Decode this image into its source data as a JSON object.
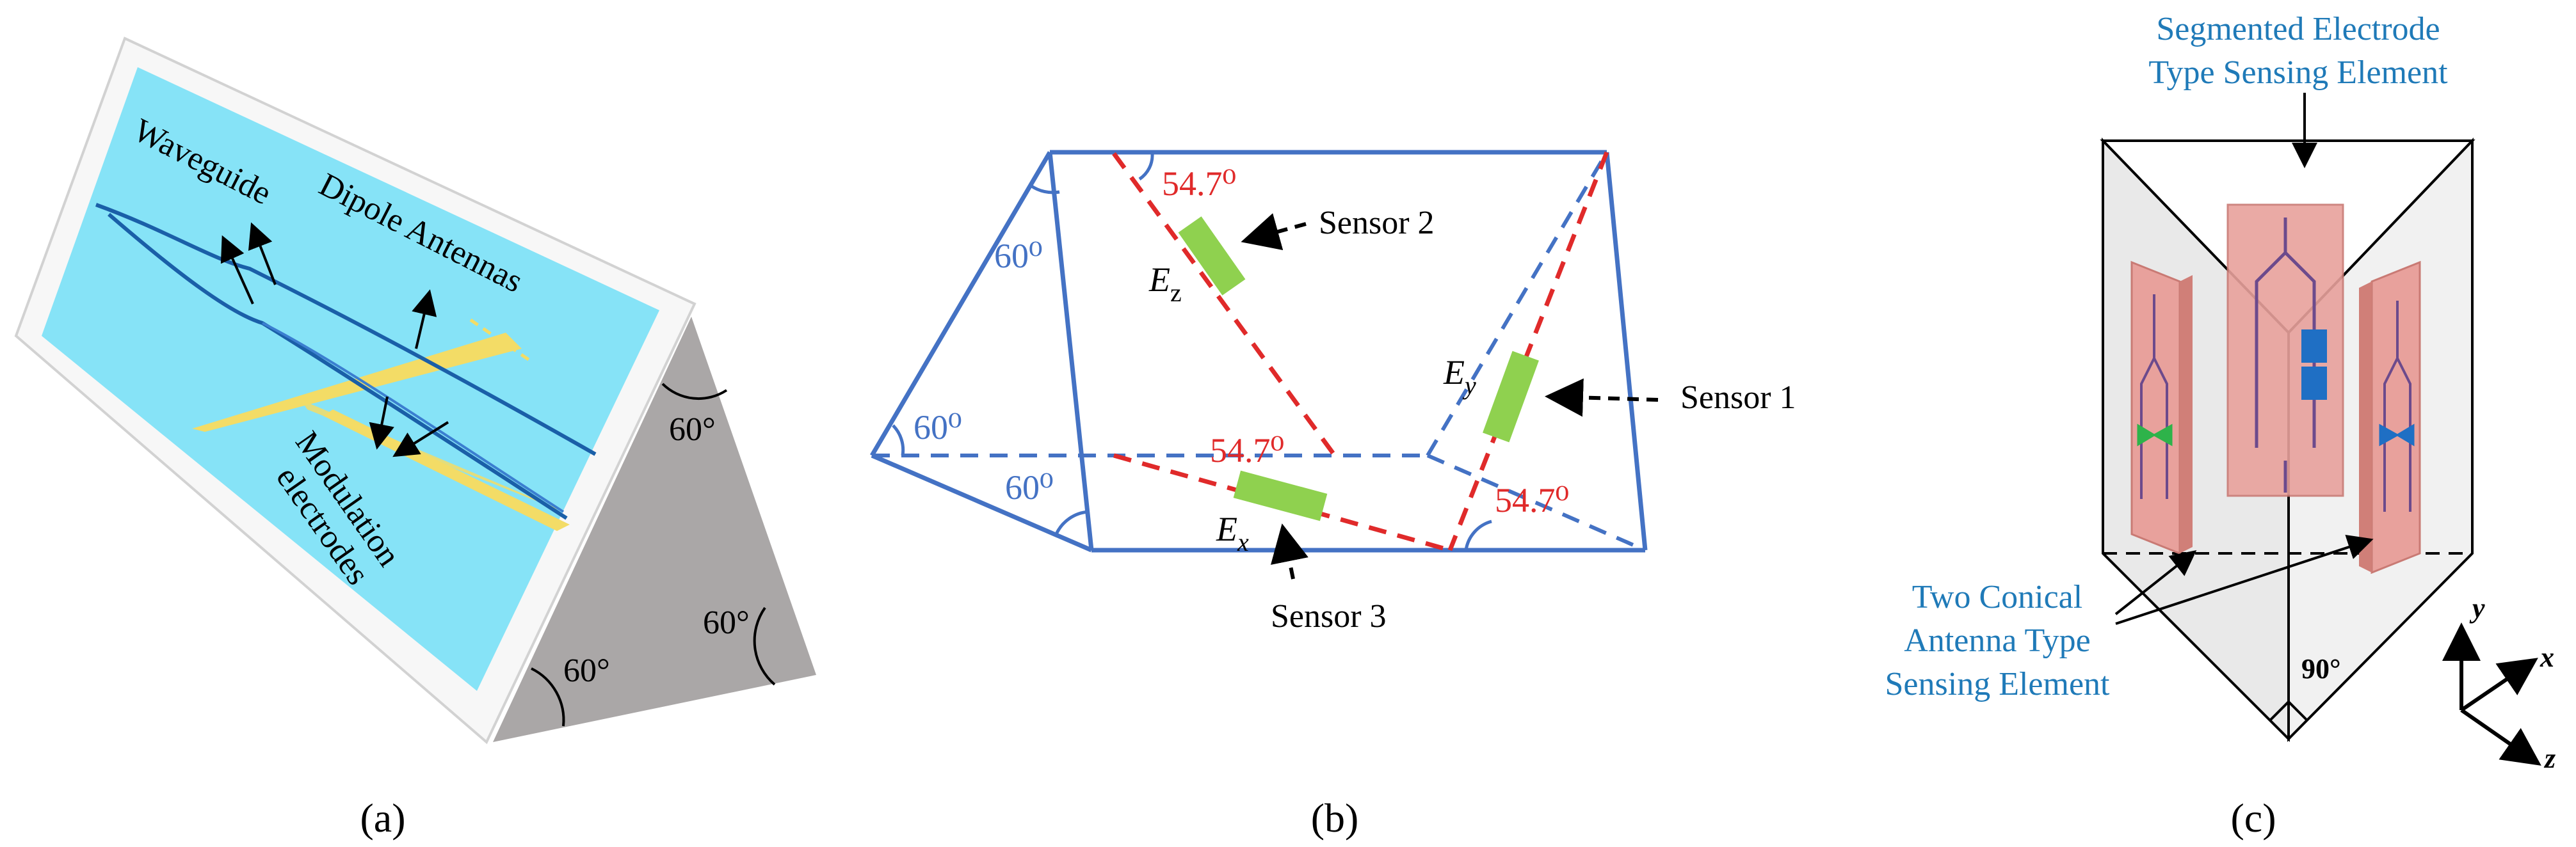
{
  "panels": [
    {
      "caption": "(a)",
      "labels": {
        "waveguide": "Waveguide",
        "dipole": "Dipole Antennas",
        "modulation_line1": "Modulation",
        "modulation_line2": "electrodes",
        "angle_top": "60°",
        "angle_right": "60°",
        "angle_bottom": "60°"
      },
      "colors": {
        "board": "#86e3f7",
        "waveguide": "#1a5fa8",
        "electrode": "#f0d860",
        "prism": "#a9a6a6"
      }
    },
    {
      "caption": "(b)",
      "labels": {
        "angle_547_top": "54.7⁰",
        "angle_547_mid": "54.7⁰",
        "angle_547_right": "54.7⁰",
        "angle_60_a": "60⁰",
        "angle_60_b": "60⁰",
        "angle_60_c": "60⁰",
        "sensor2": "Sensor 2",
        "sensor1": "Sensor 1",
        "sensor3": "Sensor 3",
        "ez": "E",
        "ez_sub": "z",
        "ey": "E",
        "ey_sub": "y",
        "ex": "E",
        "ex_sub": "x"
      },
      "colors": {
        "frame": "#4472c4",
        "axis": "#e02a2a",
        "sensor": "#8fd14f"
      }
    },
    {
      "caption": "(c)",
      "labels": {
        "top_line1": "Segmented Electrode",
        "top_line2": "Type Sensing Element",
        "left_line1": "Two Conical",
        "left_line2": "Antenna Type",
        "left_line3": "Sensing Element",
        "angle": "90°",
        "axis_y": "y",
        "axis_x": "x",
        "axis_z": "z"
      },
      "colors": {
        "label": "#1f7ab8",
        "plate": "#e8a19c",
        "plate_edge": "#c97a74",
        "electrode": "#1f6fc4",
        "antenna_green": "#2eb34a"
      }
    }
  ]
}
